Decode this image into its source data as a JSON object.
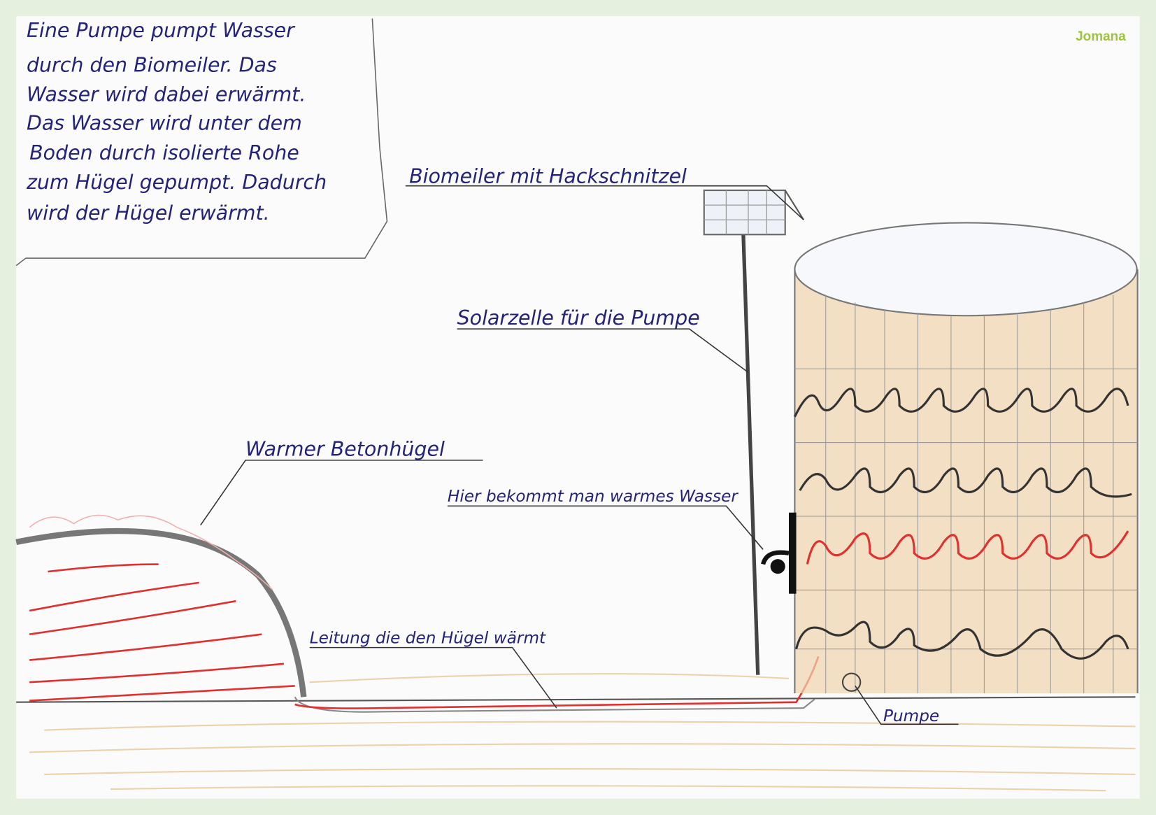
{
  "author": "Jomana",
  "colors": {
    "frame": "#e6f0df",
    "paper": "#fbfbfb",
    "ink": "#23237a",
    "author": "#9dc43a",
    "pipe": "#e03030",
    "wood": "#e0b27a"
  },
  "note": {
    "lines": [
      "Eine Pumpe pumpt Wasser",
      "durch den Biomeiler. Das",
      "Wasser wird dabei erwärmt.",
      "Das Wasser wird unter dem",
      "Boden durch isolierte Rohe",
      "zum Hügel gepumpt. Dadurch",
      "wird der Hügel erwärmt."
    ]
  },
  "labels": {
    "biomeiler": "Biomeiler mit Hackschnitzel",
    "solar": "Solarzelle für die Pumpe",
    "hill": "Warmer Betonhügel",
    "tap": "Hier bekommt man warmes Wasser",
    "pipe": "Leitung die den Hügel wärmt",
    "pump": "Pumpe"
  }
}
